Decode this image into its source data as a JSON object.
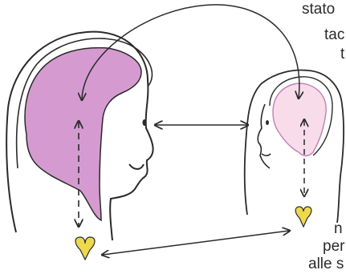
{
  "colors": {
    "ink": "#2a2a2a",
    "brain_large": "#d59bd0",
    "brain_small": "#f8dcea",
    "brain_small_outline": "#c27fb8",
    "heart": "#ecd94e"
  },
  "text_fragments": {
    "line1": "stato",
    "line2": "tac",
    "line3": "t",
    "line4": "n",
    "line5": "per",
    "line6": "alle s"
  },
  "icons": {
    "heart_large": "heart-icon",
    "heart_small": "heart-icon"
  }
}
